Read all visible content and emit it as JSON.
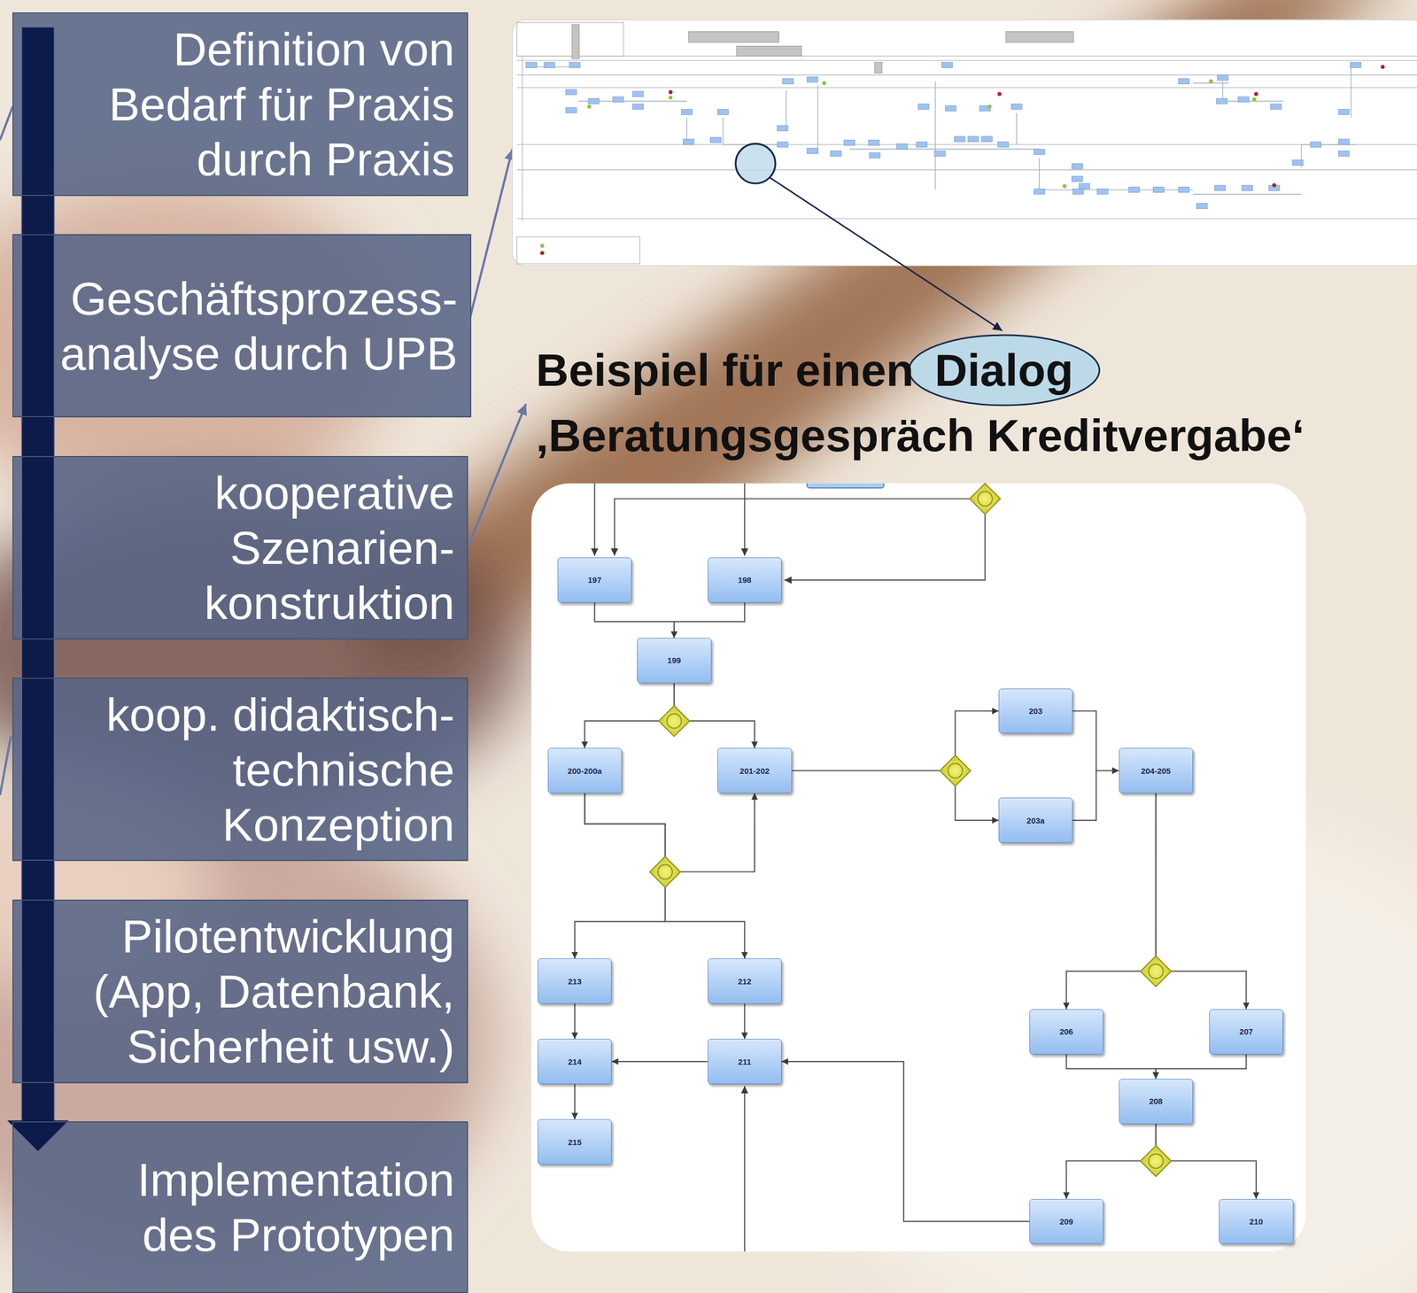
{
  "diagram": {
    "title": "Beispiel für einen",
    "nodes": [
      {
        "text": [
          "Definition von Bedarf für Praxis durch Praxis"
        ]
      },
      {
        "text": [
          "Geschäftsprozess- analyse durch UPB"
        ]
      },
      {
        "text": [
          "kooperative Szenarien- konstruktion"
        ]
      },
      {
        "text": [
          "koop. didaktisch- technische Konzeption"
        ]
      },
      {
        "text": [
          "Pilotentwicklung (App, Datenbank, Sicherheit usw.)"
        ]
      },
      {
        "text": [
          "Implementation des Prototypen"
        ]
      },
      {
        "text": [
          "Dialog"
        ]
      },
      {
        "text": [
          "197"
        ]
      },
      {
        "text": [
          "198"
        ]
      },
      {
        "text": [
          "199"
        ]
      },
      {
        "text": [
          "203"
        ]
      },
      {
        "text": [
          "200-200a"
        ]
      },
      {
        "text": [
          "201-202"
        ]
      },
      {
        "text": [
          "204-205"
        ]
      },
      {
        "text": [
          "203a"
        ]
      },
      {
        "text": [
          "213"
        ]
      },
      {
        "text": [
          "212"
        ]
      },
      {
        "text": [
          "206"
        ]
      },
      {
        "text": [
          "207"
        ]
      },
      {
        "text": [
          "214"
        ]
      },
      {
        "text": [
          "211"
        ]
      },
      {
        "text": [
          "208"
        ]
      },
      {
        "text": [
          "215"
        ]
      },
      {
        "text": [
          "209"
        ]
      },
      {
        "text": [
          "210"
        ]
      }
    ],
    "edges": [
      {
        "from": 7,
        "to": 9,
        "arrow": "to"
      },
      {
        "from": 8,
        "to": 9,
        "arrow": "to"
      },
      {
        "from": 9,
        "to": 11,
        "arrow": "to"
      },
      {
        "from": 9,
        "to": 12,
        "arrow": "to"
      },
      {
        "from": 11,
        "to": 12,
        "arrow": "to"
      },
      {
        "from": 11,
        "to": 15,
        "arrow": "to"
      },
      {
        "from": 11,
        "to": 16,
        "arrow": "to"
      },
      {
        "from": 12,
        "to": 10,
        "arrow": "to"
      },
      {
        "from": 12,
        "to": 14,
        "arrow": "to"
      },
      {
        "from": 10,
        "to": 13,
        "arrow": "to"
      },
      {
        "from": 14,
        "to": 13,
        "arrow": "to"
      },
      {
        "from": 13,
        "to": 17,
        "arrow": "to"
      },
      {
        "from": 13,
        "to": 18,
        "arrow": "to"
      },
      {
        "from": 17,
        "to": 21,
        "arrow": "to"
      },
      {
        "from": 18,
        "to": 21,
        "arrow": "to"
      },
      {
        "from": 21,
        "to": 23,
        "arrow": "to"
      },
      {
        "from": 21,
        "to": 24,
        "arrow": "to"
      },
      {
        "from": 23,
        "to": 20,
        "arrow": "to"
      },
      {
        "from": 20,
        "to": 19,
        "arrow": "to"
      },
      {
        "from": 16,
        "to": 20,
        "arrow": "to"
      },
      {
        "from": 15,
        "to": 19,
        "arrow": "to"
      },
      {
        "from": 19,
        "to": 22,
        "arrow": "to"
      }
    ],
    "labels": [
      "‚Beratungsgespräch Kreditvergabe‘"
    ]
  }
}
